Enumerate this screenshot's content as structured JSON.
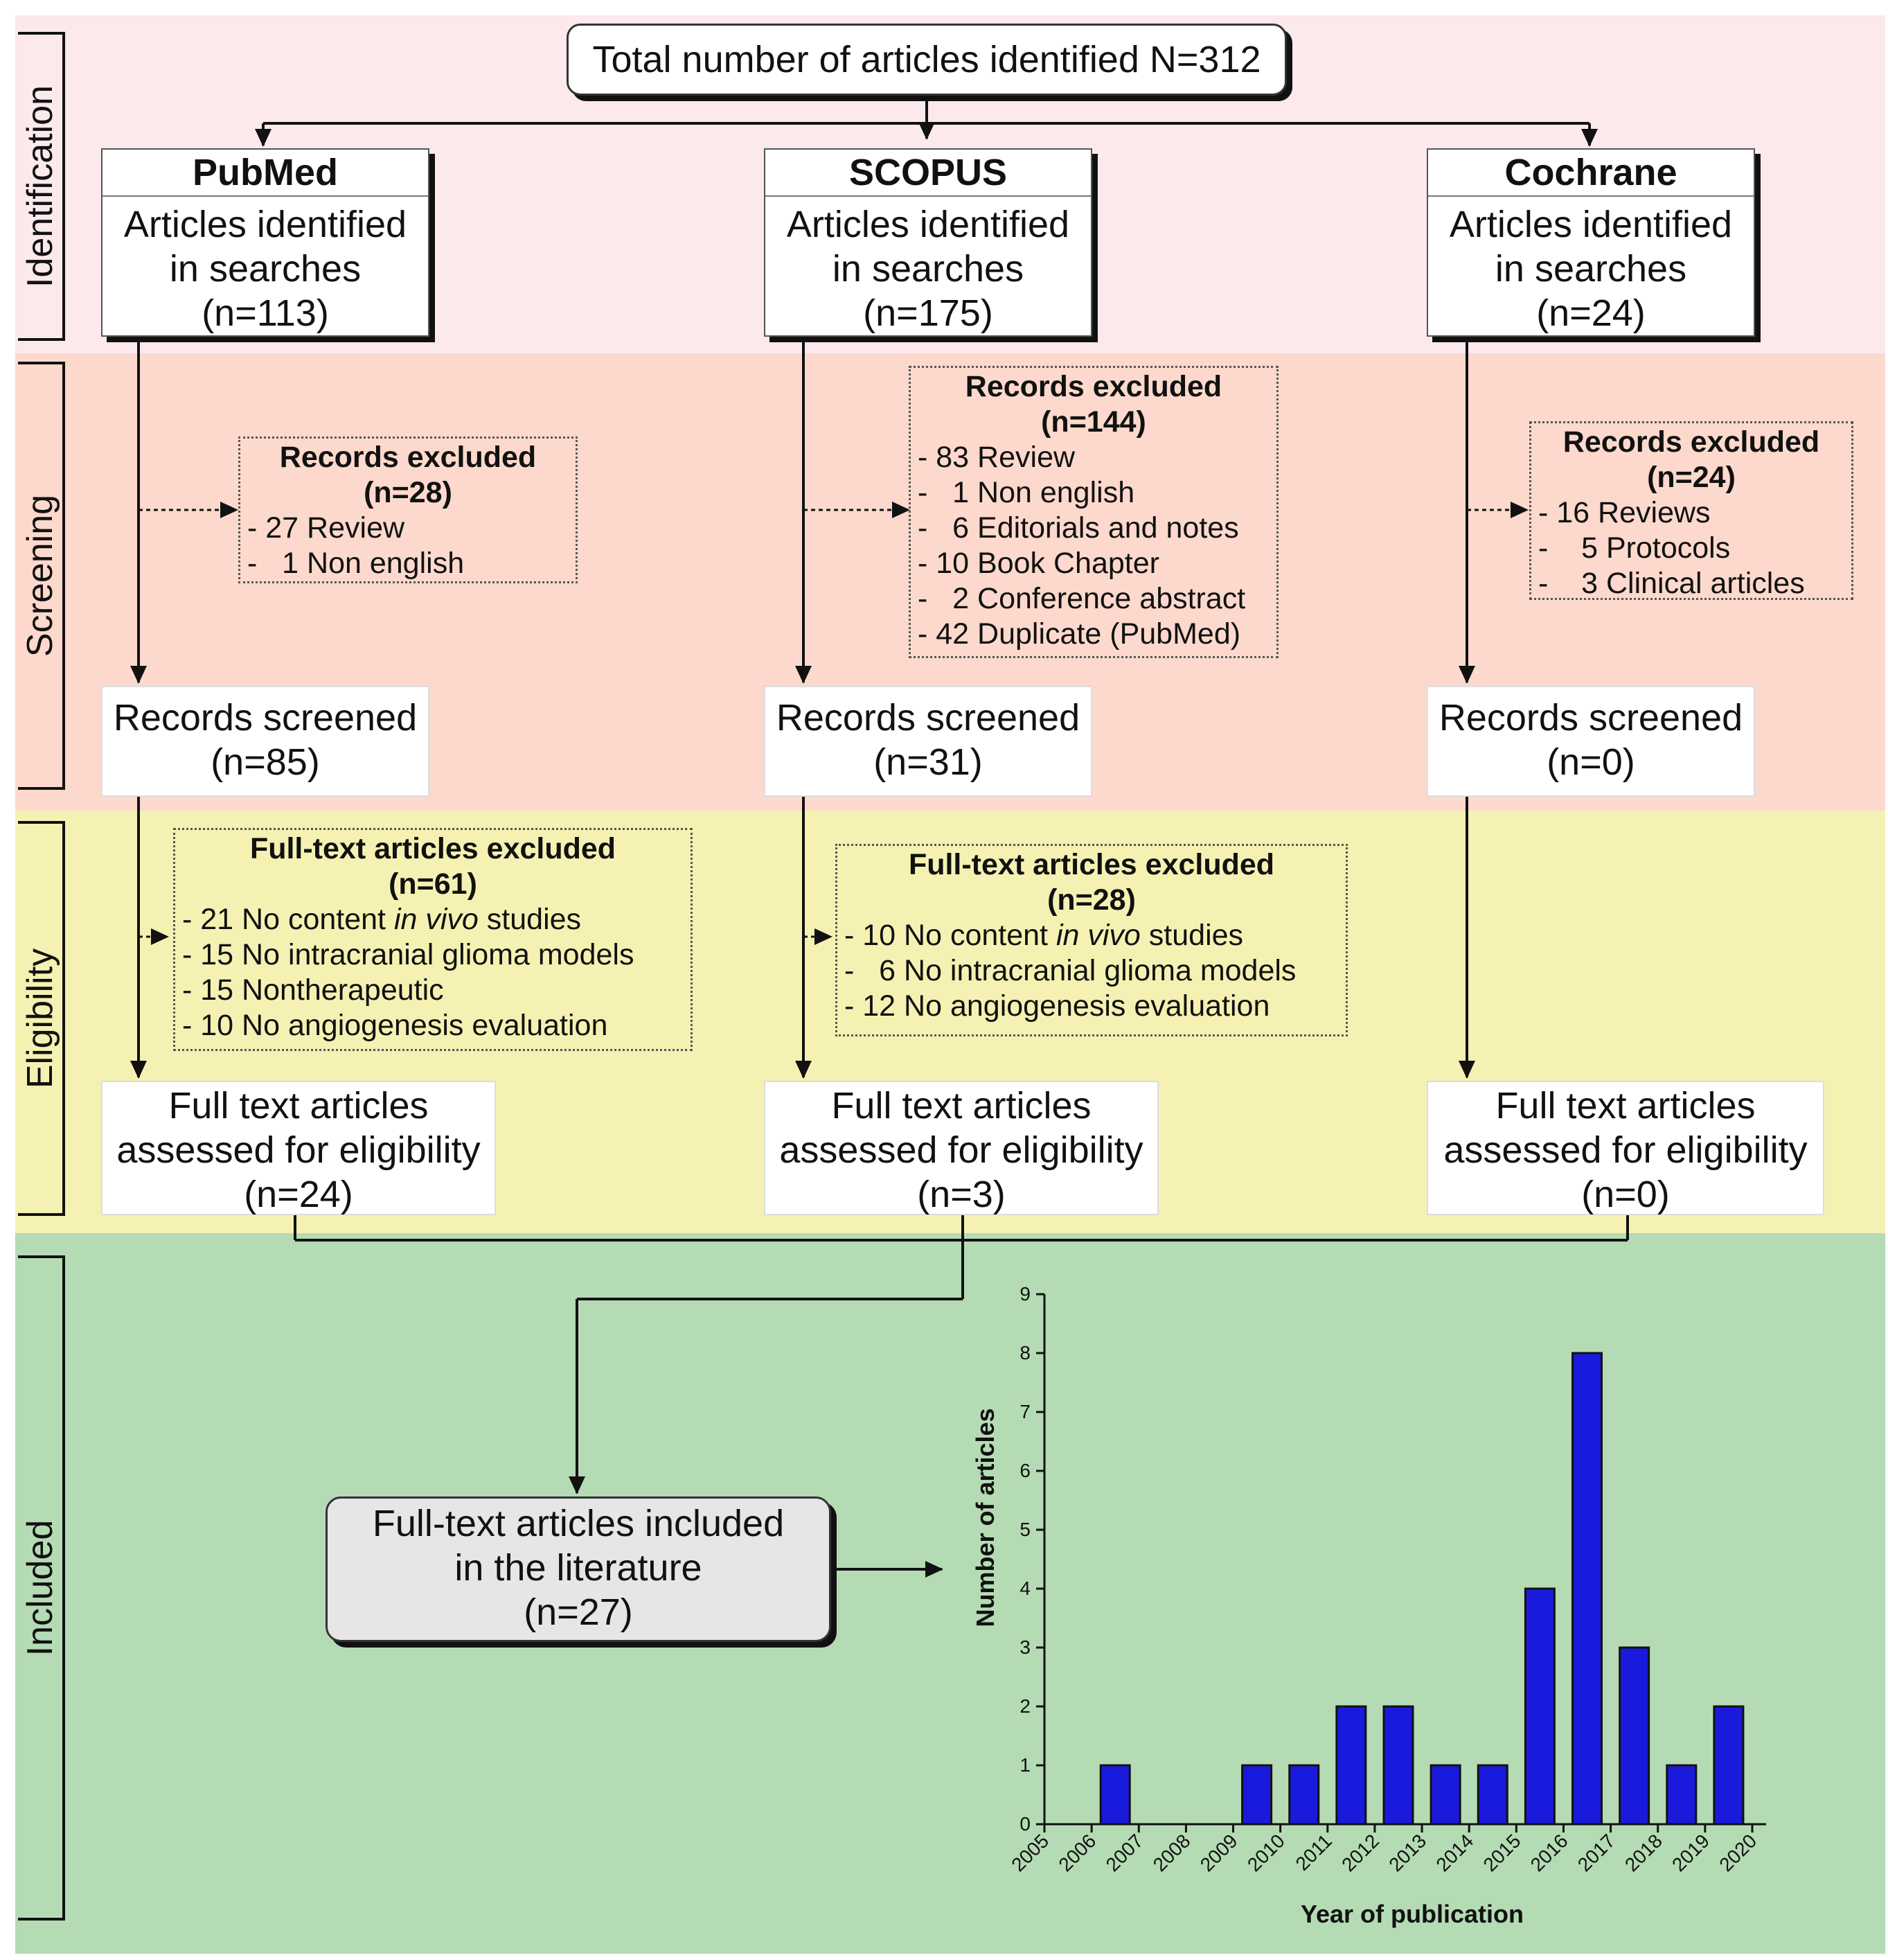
{
  "phases": {
    "identification": "Identification",
    "screening": "Screening",
    "eligibility": "Eligibility",
    "included": "Included"
  },
  "colors": {
    "identification": "#fce9ec",
    "screening": "#fcd9cc",
    "eligibility": "#f5f1b2",
    "included": "#b5dbb5",
    "bar": "#1a1adc"
  },
  "total": "Total number of articles identified N=312",
  "sources": [
    {
      "name": "PubMed",
      "identified_1": "Articles identified",
      "identified_2": "in searches",
      "identified_n": "(n=113)",
      "excluded_title": "Records excluded",
      "excluded_n": "(n=28)",
      "excluded_items": [
        "- 27 Review",
        "-   1 Non english"
      ],
      "screened_1": "Records screened",
      "screened_n": "(n=85)",
      "ft_excluded_title": "Full-text articles excluded",
      "ft_excluded_n": "(n=61)",
      "ft_excluded_items": [
        "- 21 No content in vivo studies",
        "- 15 No intracranial glioma models",
        "- 15 Nontherapeutic",
        "- 10 No angiogenesis evaluation"
      ],
      "assessed_1": "Full text articles",
      "assessed_2": "assessed for eligibility",
      "assessed_n": "(n=24)"
    },
    {
      "name": "SCOPUS",
      "identified_1": "Articles identified",
      "identified_2": "in searches",
      "identified_n": "(n=175)",
      "excluded_title": "Records excluded",
      "excluded_n": "(n=144)",
      "excluded_items": [
        "- 83 Review",
        "-   1 Non english",
        "-   6 Editorials and notes",
        "- 10 Book Chapter",
        "-   2 Conference abstract",
        "- 42 Duplicate (PubMed)"
      ],
      "screened_1": "Records screened",
      "screened_n": "(n=31)",
      "ft_excluded_title": "Full-text articles excluded",
      "ft_excluded_n": "(n=28)",
      "ft_excluded_items": [
        "- 10 No content in vivo studies",
        "-   6 No intracranial glioma models",
        "- 12 No angiogenesis evaluation"
      ],
      "assessed_1": "Full text articles",
      "assessed_2": "assessed for eligibility",
      "assessed_n": "(n=3)"
    },
    {
      "name": "Cochrane",
      "identified_1": "Articles identified",
      "identified_2": "in searches",
      "identified_n": "(n=24)",
      "excluded_title": "Records excluded",
      "excluded_n": "(n=24)",
      "excluded_items": [
        "- 16 Reviews",
        "-    5 Protocols",
        "-    3 Clinical articles"
      ],
      "screened_1": "Records screened",
      "screened_n": "(n=0)",
      "assessed_1": "Full text articles",
      "assessed_2": "assessed for eligibility",
      "assessed_n": "(n=0)"
    }
  ],
  "included": {
    "line1": "Full-text articles included",
    "line2": "in the literature",
    "n": "(n=27)"
  },
  "chart_data": {
    "type": "bar",
    "categories": [
      "2005",
      "2006",
      "2007",
      "2008",
      "2009",
      "2010",
      "2011",
      "2012",
      "2013",
      "2014",
      "2015",
      "2016",
      "2017",
      "2018",
      "2019",
      "2020"
    ],
    "values": [
      0,
      1,
      0,
      0,
      1,
      1,
      2,
      2,
      1,
      1,
      4,
      8,
      3,
      1,
      2,
      0
    ],
    "xlabel": "Year of publication",
    "ylabel": "Number of articles",
    "ylim": [
      0,
      9
    ],
    "yticks": [
      0,
      1,
      2,
      3,
      4,
      5,
      6,
      7,
      8,
      9
    ]
  }
}
